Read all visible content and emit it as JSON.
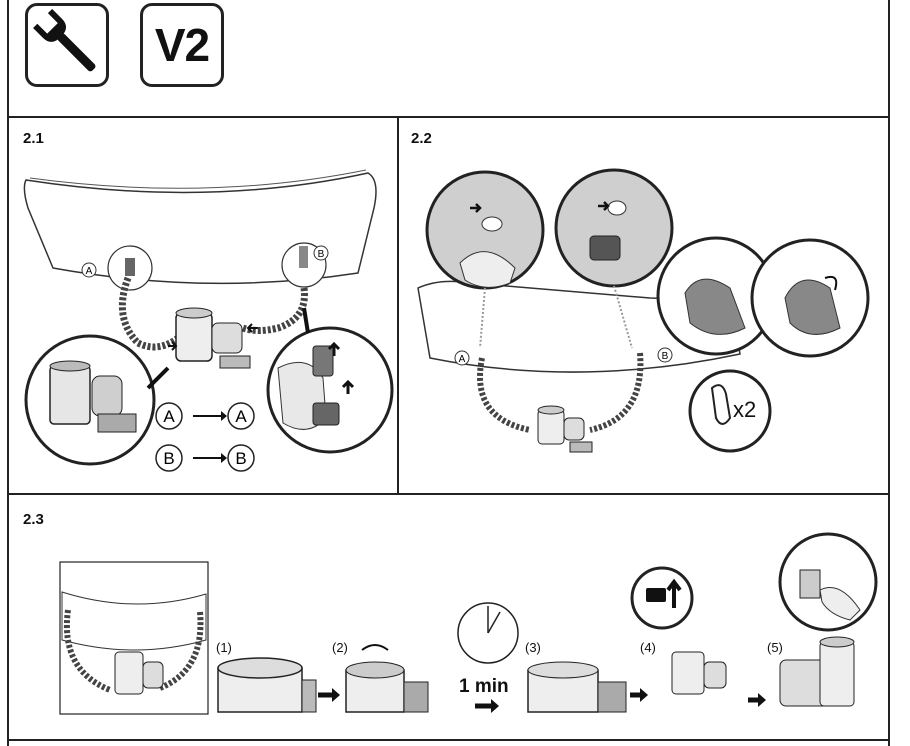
{
  "header": {
    "icons": [
      "wrench-icon"
    ],
    "version_label": "V2"
  },
  "steps": {
    "s1": "2.1",
    "s2": "2.2",
    "s3": "2.3"
  },
  "step_2_1": {
    "port_a": "A",
    "port_b": "B",
    "map_a_from": "A",
    "map_a_to": "A",
    "map_b_from": "B",
    "map_b_to": "B"
  },
  "step_2_2": {
    "port_a": "A",
    "port_b": "B",
    "clamp_qty": "x2"
  },
  "step_2_3": {
    "sub1": "(1)",
    "sub2": "(2)",
    "sub3": "(3)",
    "sub4": "(4)",
    "sub5": "(5)",
    "wait": "1 min"
  }
}
